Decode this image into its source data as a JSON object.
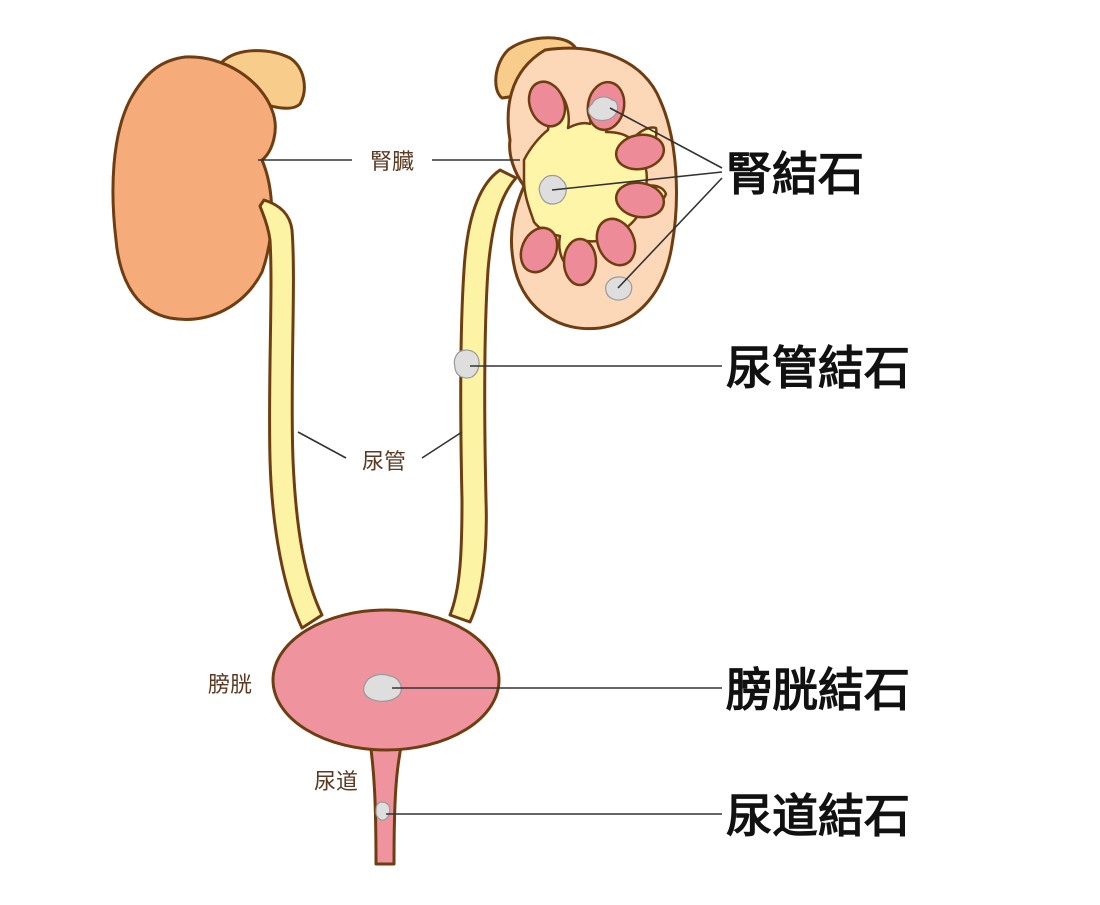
{
  "labels": {
    "kidney": "腎臓",
    "ureter": "尿管",
    "bladder": "膀胱",
    "urethra": "尿道"
  },
  "stones": {
    "kidney_stone": "腎結石",
    "ureter_stone": "尿管結石",
    "bladder_stone": "膀胱結石",
    "urethra_stone": "尿道結石"
  },
  "colors": {
    "kidney": "#f5ac7a",
    "adrenal": "#f8cc8a",
    "kidney_cut": "#fcd7b8",
    "pelvis": "#fef5a8",
    "ureter": "#fdf3a4",
    "papilla": "#ed8b98",
    "bladder": "#ef949e",
    "stone": "#dedede",
    "outline": "#6e3e12"
  }
}
